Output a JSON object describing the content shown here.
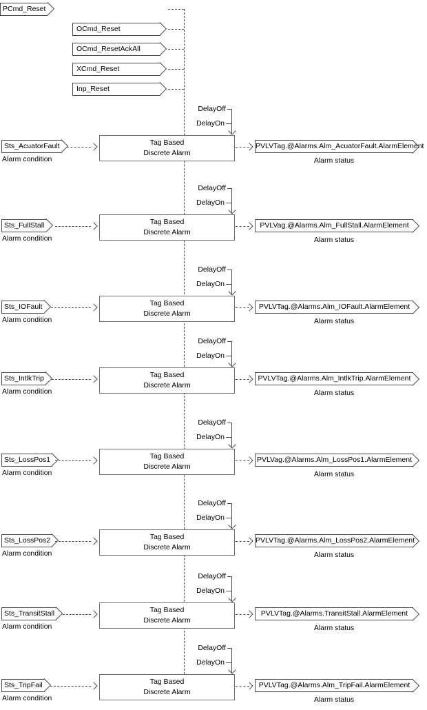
{
  "diagram": {
    "reset_commands": [
      "PCmd_Reset",
      "OCmd_Reset",
      "OCmd_ResetAckAll",
      "XCmd_Reset",
      "Inp_Reset"
    ],
    "shared": {
      "delay_off": "DelayOff",
      "delay_on": "DelayOn",
      "block_line1": "Tag Based",
      "block_line2": "Discrete Alarm",
      "input_caption": "Alarm condition",
      "output_caption": "Alarm status"
    },
    "rows": [
      {
        "input": "Sts_AcuatorFault",
        "output": "PVLVTag.@Alarms.Alm_AcuatorFault.AlarmElement"
      },
      {
        "input": "Sts_FullStall",
        "output": "PVLVag.@Alarms.Alm_FullStall.AlarmElement"
      },
      {
        "input": "Sts_IOFault",
        "output": "PVLVTag.@Alarms.Alm_IOFault.AlarmElement"
      },
      {
        "input": "Sts_IntlkTrip",
        "output": "PVLVTag.@Alarms.Alm_IntlkTrip.AlarmElement"
      },
      {
        "input": "Sts_LossPos1",
        "output": "PVLVag.@Alarms.Alm_LossPos1.AlarmElement"
      },
      {
        "input": "Sts_LossPos2",
        "output": "PVLVTag.@Alarms.Alm_LossPos2.AlarmElement"
      },
      {
        "input": "Sts_TransitStall",
        "output": "PVLVTag.@Alarms.TransitStall.AlarmElement"
      },
      {
        "input": "Sts_TripFail",
        "output": "PVLVTag.@Alarms.Alm_TripFail.AlarmElement"
      }
    ],
    "colors": {
      "line": "#4a4a4a",
      "box_border": "#6e6e6e",
      "text": "#000000",
      "background": "#ffffff"
    }
  }
}
